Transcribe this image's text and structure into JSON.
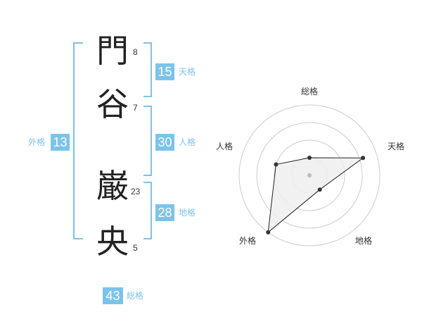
{
  "name": {
    "characters": [
      {
        "char": "門",
        "strokes": "8"
      },
      {
        "char": "谷",
        "strokes": "7"
      },
      {
        "char": "巌",
        "strokes": "23"
      },
      {
        "char": "央",
        "strokes": "5"
      }
    ]
  },
  "fortunes": {
    "tenkaku": {
      "label": "天格",
      "value": "15"
    },
    "jinkaku": {
      "label": "人格",
      "value": "30"
    },
    "chikaku": {
      "label": "地格",
      "value": "28"
    },
    "gaikaku": {
      "label": "外格",
      "value": "13"
    },
    "soukaku": {
      "label": "総格",
      "value": "43"
    }
  },
  "radar": {
    "axes": [
      "総格",
      "天格",
      "地格",
      "外格",
      "人格"
    ],
    "rings": 4,
    "values": [
      0.25,
      0.8,
      0.25,
      1.0,
      0.5
    ],
    "colors": {
      "grid": "#cccccc",
      "fill": "#eeeeee",
      "line": "#222222",
      "point": "#333333",
      "center": "#bbbbbb"
    }
  }
}
